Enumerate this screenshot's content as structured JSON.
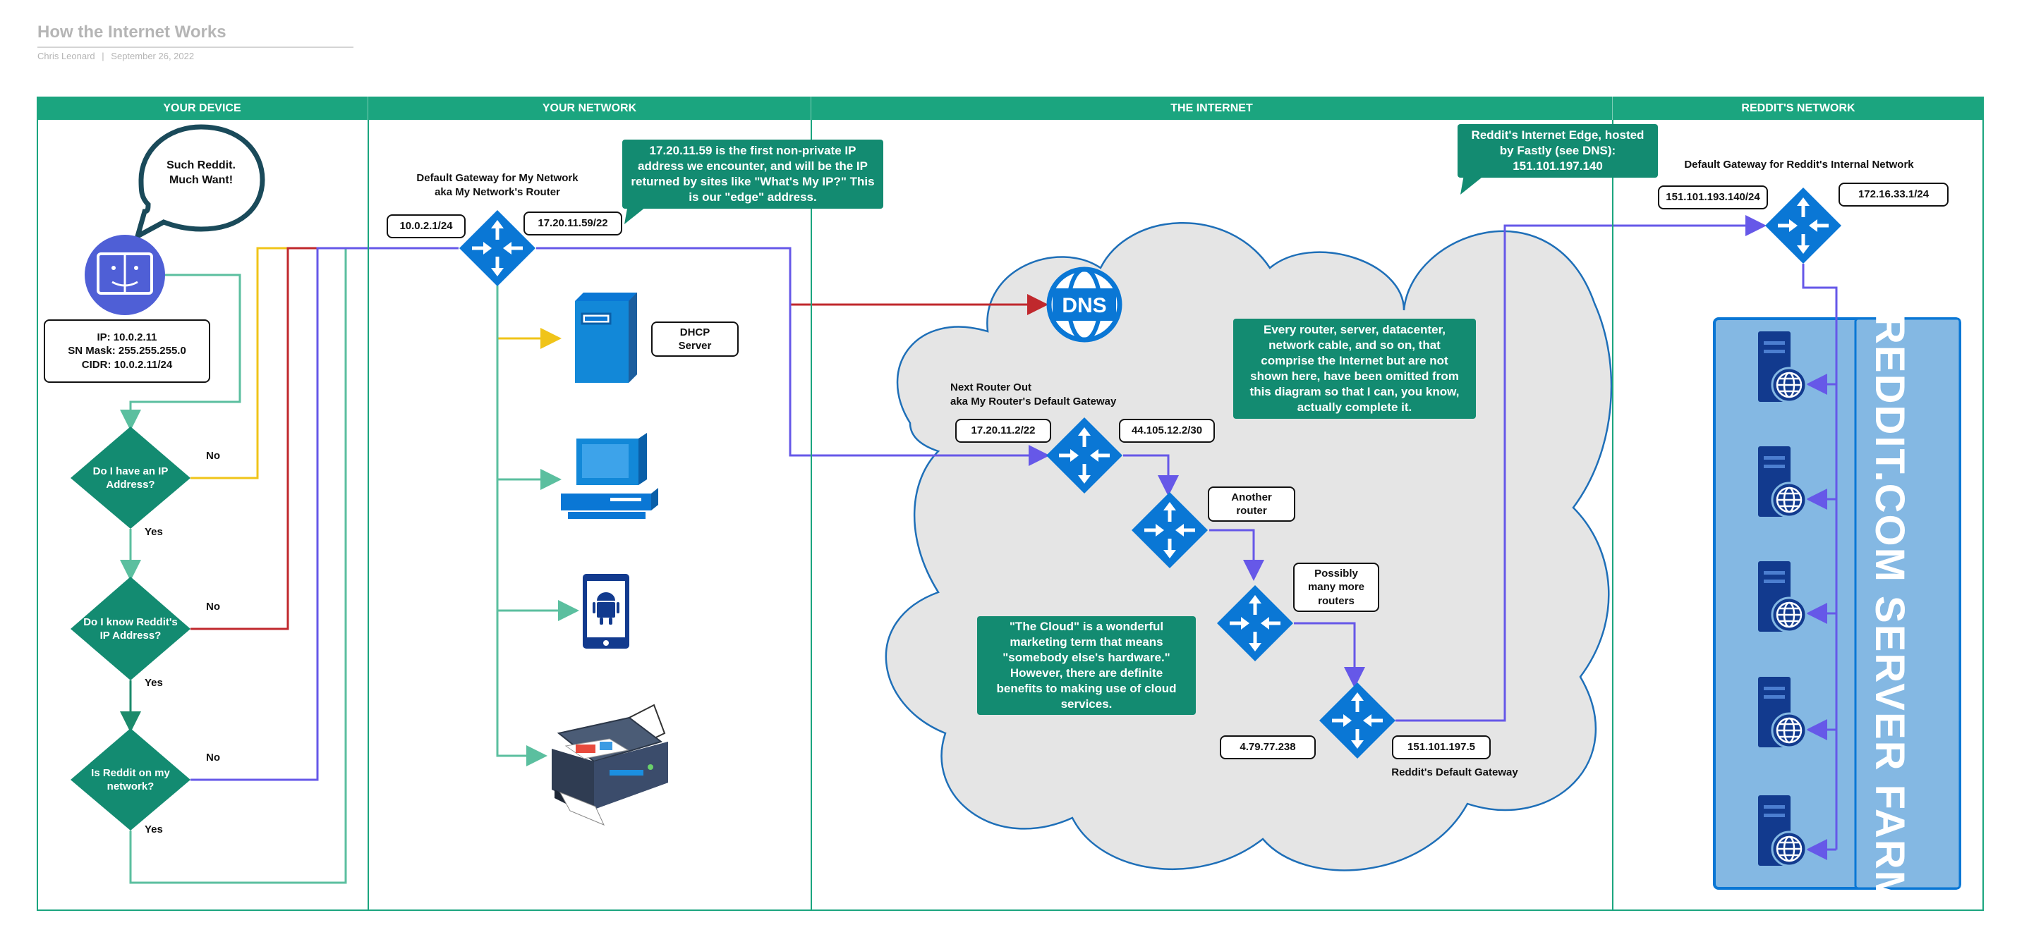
{
  "header": {
    "title": "How the Internet Works",
    "author": "Chris Leonard",
    "separator": "|",
    "date": "September 26, 2022"
  },
  "lanes": [
    {
      "label": "YOUR DEVICE"
    },
    {
      "label": "YOUR NETWORK"
    },
    {
      "label": "THE INTERNET"
    },
    {
      "label": "REDDIT'S NETWORK"
    }
  ],
  "device": {
    "speech": "Such Reddit.\nMuch Want!",
    "info": "IP: 10.0.2.11\nSN Mask: 255.255.255.0\nCIDR: 10.0.2.11/24",
    "q1": "Do I have an IP\nAddress?",
    "q2": "Do I know Reddit's\nIP Address?",
    "q3": "Is Reddit on my\nnetwork?",
    "yes": "Yes",
    "no": "No"
  },
  "network": {
    "gateway_label": "Default Gateway for My Network\naka My Network's Router",
    "gateway_ip_left": "10.0.2.1/24",
    "gateway_ip_right": "17.20.11.59/22",
    "edge_callout": "17.20.11.59 is the first non-private IP address we encounter, and will be the IP returned by sites like \"What's My IP?\" This is our \"edge\" address.",
    "dhcp": "DHCP\nServer"
  },
  "internet": {
    "dns": "DNS",
    "next_router_label": "Next Router Out\naka My Router's Default Gateway",
    "next_router_ip_left": "17.20.11.2/22",
    "next_router_ip_right": "44.105.12.2/30",
    "another_router": "Another\nrouter",
    "more_routers": "Possibly\nmany more\nrouters",
    "omitted_callout": "Every router, server, datacenter, network cable, and so on, that comprise the Internet but are not shown here, have been omitted from this diagram so that I can, you know, actually complete it.",
    "cloud_callout": "\"The Cloud\" is a wonderful marketing term that means \"somebody else's hardware.\" However, there are definite benefits to making use of cloud services.",
    "reddit_gw_ip_left": "4.79.77.238",
    "reddit_gw_ip_right": "151.101.197.5",
    "reddit_gw_label": "Reddit's Default Gateway"
  },
  "reddit": {
    "edge_callout": "Reddit's Internet Edge, hosted by Fastly (see DNS): 151.101.197.140",
    "internal_gw_label": "Default Gateway for Reddit's Internal Network",
    "internal_ip_left": "151.101.193.140/24",
    "internal_ip_right": "172.16.33.1/24",
    "farm_label": "REDDIT.COM SERVER FARM"
  },
  "colors": {
    "lane_header": "#1ba57f",
    "callout": "#138b71",
    "router": "#0a77d5",
    "line_green": "#5bbf9f",
    "line_yellow": "#f0c419",
    "line_red": "#c0282d",
    "line_purple": "#6658e8",
    "cloud": "#e5e5e5",
    "farm": "#84b8e3"
  },
  "icons": [
    "router-icon",
    "dns-icon",
    "finder-icon",
    "server-icon",
    "desktop-icon",
    "android-phone-icon",
    "printer-icon",
    "web-server-icon"
  ]
}
